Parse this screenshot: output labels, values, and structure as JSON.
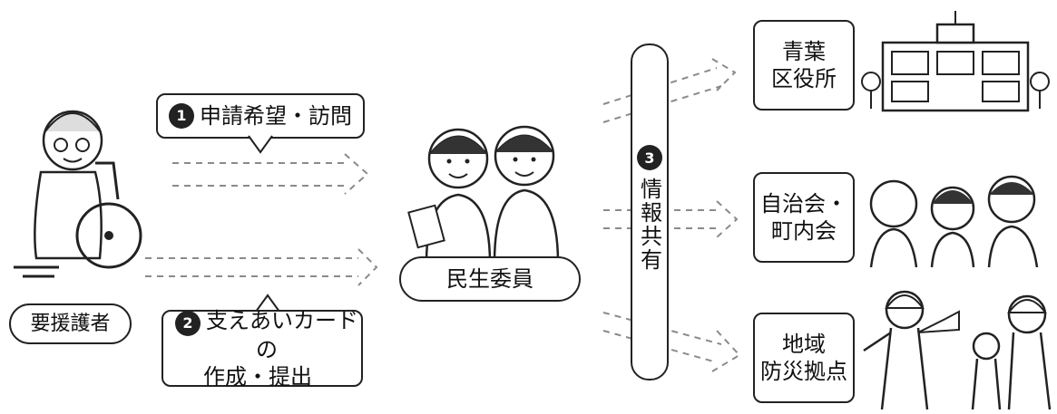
{
  "person_label": "要援護者",
  "bubble_top": {
    "number": "1",
    "text": "申請希望・訪問"
  },
  "bubble_bottom": {
    "number": "2",
    "line1": "支えあいカードの",
    "line2": "作成・提出"
  },
  "center_label": "民生委員",
  "share": {
    "number": "3",
    "text": "情報共有"
  },
  "targets": [
    {
      "line1": "青葉",
      "line2": "区役所"
    },
    {
      "line1": "自治会・",
      "line2": "町内会"
    },
    {
      "line1": "地域",
      "line2": "防災拠点"
    }
  ]
}
